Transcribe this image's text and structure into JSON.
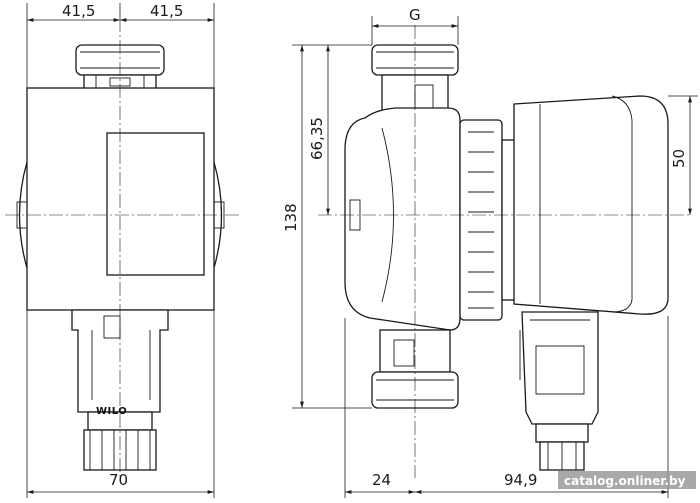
{
  "drawing": {
    "dimensions": {
      "top_left": "41,5",
      "top_right": "41,5",
      "thread": "G",
      "height_total": "138",
      "height_center": "66,35",
      "head_height": "50",
      "width_front": "70",
      "width_side_left": "24",
      "width_side_right": "94,9"
    },
    "logo": "WILO",
    "watermark": "catalog.onliner.by"
  }
}
